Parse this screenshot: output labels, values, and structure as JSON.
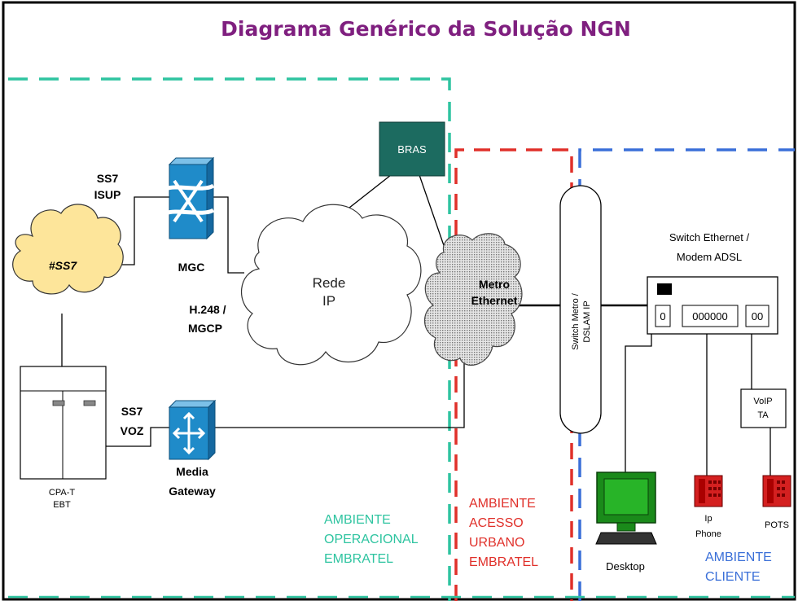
{
  "title": "Diagrama Genérico da Solução NGN",
  "colors": {
    "title": "#7f1f7f",
    "operacional": "#2ec4a0",
    "acesso": "#e0302a",
    "cliente": "#3a6fd8",
    "cloud_ss7": "#fde59a",
    "bras": "#1c6b60",
    "mgc": "#1f8bc9",
    "desktop": "#1a8a1a",
    "phone": "#d42020"
  },
  "nodes": {
    "ss7_cloud": "#SS7",
    "mgc": "MGC",
    "bras": "BRAS",
    "rede_ip": [
      "Rede",
      "IP"
    ],
    "metro_ethernet": [
      "Metro",
      "Ethernet"
    ],
    "switch_metro": [
      "Switch Metro /",
      "DSLAM IP"
    ],
    "switch_ethernet": [
      "Switch Ethernet /",
      "Modem ADSL"
    ],
    "cpa": [
      "CPA-T",
      "EBT"
    ],
    "media_gateway": [
      "Media",
      "Gateway"
    ],
    "voip_ta": [
      "VoIP",
      "TA"
    ],
    "desktop": "Desktop",
    "ip_phone": [
      "Ip",
      "Phone"
    ],
    "pots": "POTS",
    "modem_ports": [
      "0",
      "000000",
      "00"
    ]
  },
  "links": {
    "ss7_isup": [
      "SS7",
      "ISUP"
    ],
    "h248": [
      "H.248 /",
      "MGCP"
    ],
    "ss7_voz": [
      "SS7",
      "VOZ"
    ]
  },
  "zones": {
    "operacional": [
      "AMBIENTE",
      "OPERACIONAL",
      "EMBRATEL"
    ],
    "acesso": [
      "AMBIENTE",
      "ACESSO",
      "URBANO",
      "EMBRATEL"
    ],
    "cliente": [
      "AMBIENTE",
      "CLIENTE"
    ]
  }
}
